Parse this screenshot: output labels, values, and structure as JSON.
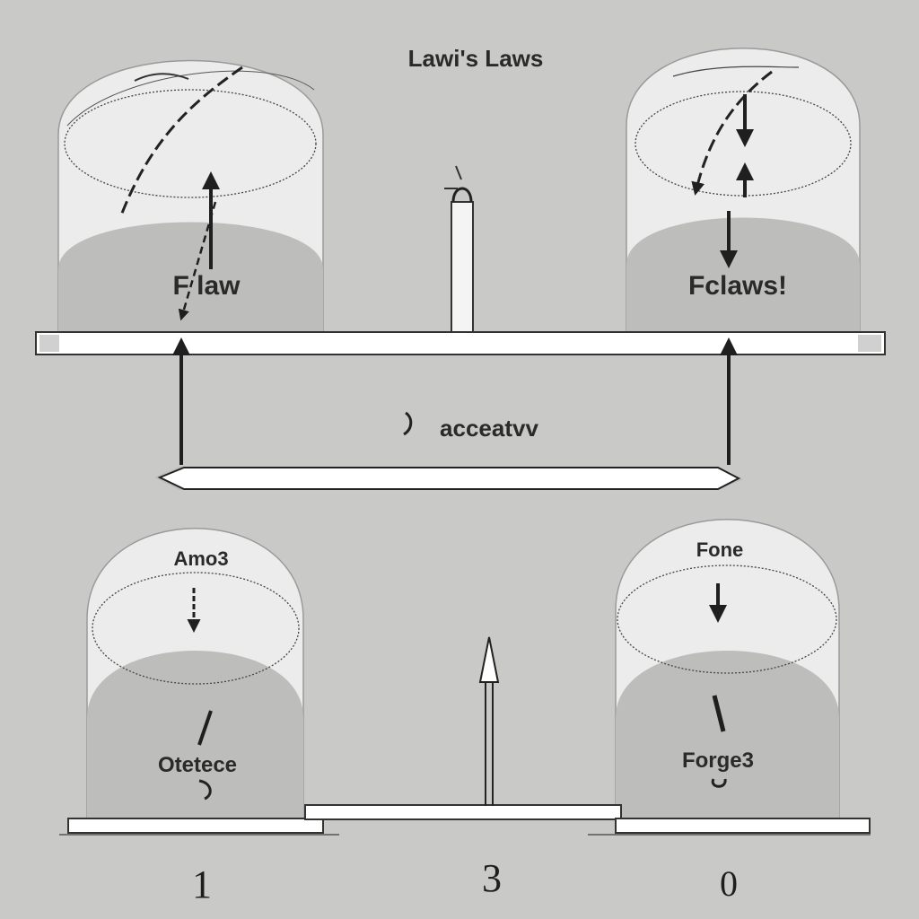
{
  "title": "Lawi's Laws",
  "top_left_dome": {
    "label": "F law"
  },
  "top_right_dome": {
    "label": "Fclaws!"
  },
  "middle": {
    "label": "acceatvv"
  },
  "bottom_left_dome": {
    "top_label": "Amo3",
    "bottom_label": "Otetece"
  },
  "bottom_right_dome": {
    "top_label": "Fone",
    "bottom_label": "Forge3"
  },
  "numbers": [
    "1",
    "3",
    "0"
  ],
  "colors": {
    "background": "#c9c9c7",
    "dome_light": "#ececec",
    "dome_dark": "#bdbdbb",
    "stroke": "#2b2b2b"
  }
}
